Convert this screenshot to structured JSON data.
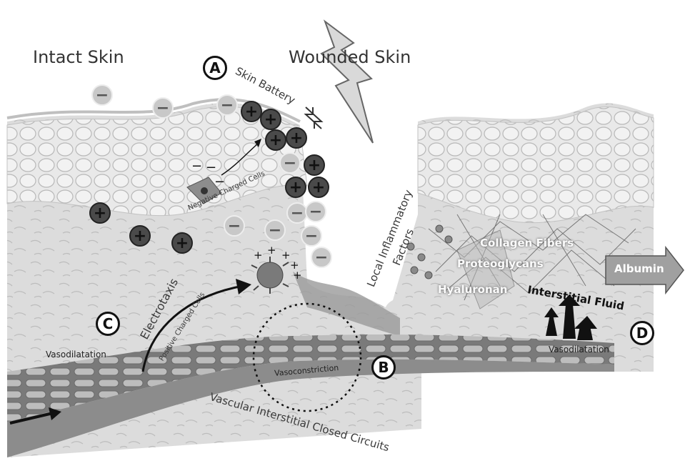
{
  "headings": {
    "intact": "Intact Skin",
    "wounded": "Wounded Skin"
  },
  "badges": {
    "a": "A",
    "b": "B",
    "c": "C",
    "d": "D"
  },
  "labels": {
    "skin_battery": "Skin Battery",
    "negative_cells": "Negative Charged Cells",
    "positive_cells": "Positive Charged Cells",
    "electrotaxis": "Electrotaxis",
    "vasodilatation_left": "Vasodilatation",
    "vasoconstriction": "Vasoconstriction",
    "vascular_circuits": "Vascular Interstitial Closed Circuits",
    "local_inflammatory": "Local Inflammatory",
    "factors": "Factors",
    "collagen": "Collagen Fibers",
    "proteoglycans": "Proteoglycans",
    "hyaluronan": "Hyaluronan",
    "interstitial_fluid": "Interstitial Fluid",
    "vasodilatation_right": "Vasodilatation",
    "albumin": "Albumin"
  },
  "glyphs": {
    "minus": "−",
    "plus": "+"
  },
  "colors": {
    "skin_light": "#e6e6e6",
    "skin_mid": "#cfcfcf",
    "dermis": "#d9d9d9",
    "vessel": "#5a5a5a",
    "ion_dark": "#4a4a4a",
    "ion_light": "#c8c8c8",
    "arrow_fill": "#a0a0a0"
  }
}
